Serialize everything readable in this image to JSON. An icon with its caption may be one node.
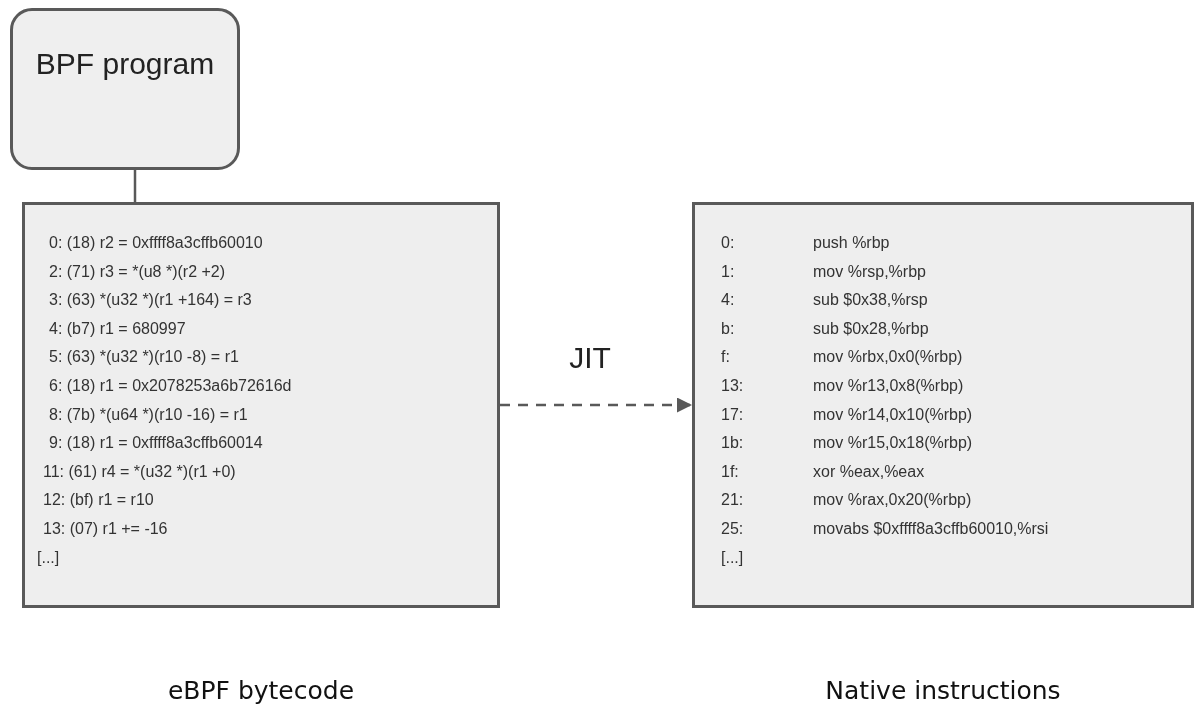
{
  "diagram": {
    "nodes": [
      {
        "text": [
          "BPF program"
        ]
      },
      {
        "text": [
          "0: (18) r2 = 0xffff8a3cffb60010",
          "2: (71) r3 = *(u8 *)(r2 +2)",
          "3: (63) *(u32 *)(r1 +164) = r3",
          "4: (b7) r1 = 680997",
          "5: (63) *(u32 *)(r10 -8) = r1",
          "6: (18) r1 = 0x2078253a6b72616d",
          "8: (7b) *(u64 *)(r10 -16) = r1",
          "9: (18) r1 = 0xffff8a3cffb60014",
          "11: (61) r4 = *(u32 *)(r1 +0)",
          "12: (bf) r1 = r10",
          "13: (07) r1 += -16",
          "[...]"
        ],
        "beside": [
          "eBPF bytecode"
        ]
      },
      {
        "text": [
          "0:",
          "push %rbp",
          "1:",
          "mov %rsp,%rbp",
          "4:",
          "sub $0x38,%rsp",
          "b:",
          "sub $0x28,%rbp",
          "f:",
          "mov %rbx,0x0(%rbp)",
          "13:",
          "mov %r13,0x8(%rbp)",
          "17:",
          "mov %r14,0x10(%rbp)",
          "1b:",
          "mov %r15,0x18(%rbp)",
          "1f:",
          "xor %eax,%eax",
          "21:",
          "mov %rax,0x20(%rbp)",
          "25:",
          "movabs $0xffff8a3cffb60010,%rsi",
          "[...]"
        ],
        "beside": [
          "Native instructions"
        ]
      }
    ],
    "edges": [
      {
        "from": 0,
        "to": 1,
        "arrow": "none"
      },
      {
        "from": 1,
        "to": 2,
        "arrow": "to",
        "style": "dashed",
        "label": "JIT"
      }
    ]
  }
}
